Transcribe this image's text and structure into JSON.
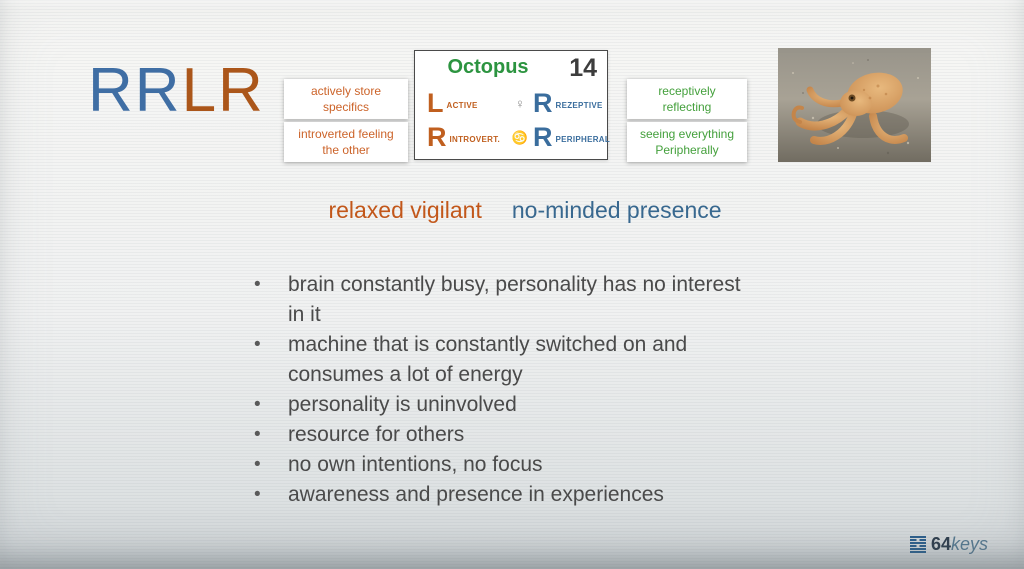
{
  "slide": {
    "title": {
      "blue_part": "RR",
      "orange_part": "LR"
    },
    "left_notes": [
      "actively store\nspecifics",
      "introverted feeling\nthe other"
    ],
    "type_card": {
      "name": "Octopus",
      "number": "14",
      "rows": [
        {
          "left_letter": "L",
          "left_label": "ACTIVE",
          "icon_name": "female-symbol-icon",
          "icon_glyph": "♀",
          "right_letter": "R",
          "right_label": "REZEPTIVE"
        },
        {
          "left_letter": "R",
          "left_label": "INTROVERT.",
          "icon_name": "hooks-symbol-icon",
          "icon_glyph": "♋",
          "right_letter": "R",
          "right_label": "PERIPHERAL"
        }
      ]
    },
    "right_notes": [
      "receptively\nreflecting",
      "seeing everything\nPeripherally"
    ],
    "subtitle": {
      "orange": "relaxed vigilant",
      "blue": "no-minded presence"
    },
    "bullets": [
      "brain constantly busy, personality has no interest in it",
      "machine that is constantly switched on and consumes a lot of energy",
      "personality is uninvolved",
      "resource for others",
      "no own intentions, no focus",
      "awareness and presence in experiences"
    ],
    "logo": {
      "number": "64",
      "word": "keys"
    },
    "colors": {
      "orange": "#c05f1f",
      "blue": "#3a6d9d",
      "green": "#2c9440",
      "body_text": "#4a4a4a",
      "logo_blue": "#2d5f8c"
    }
  }
}
